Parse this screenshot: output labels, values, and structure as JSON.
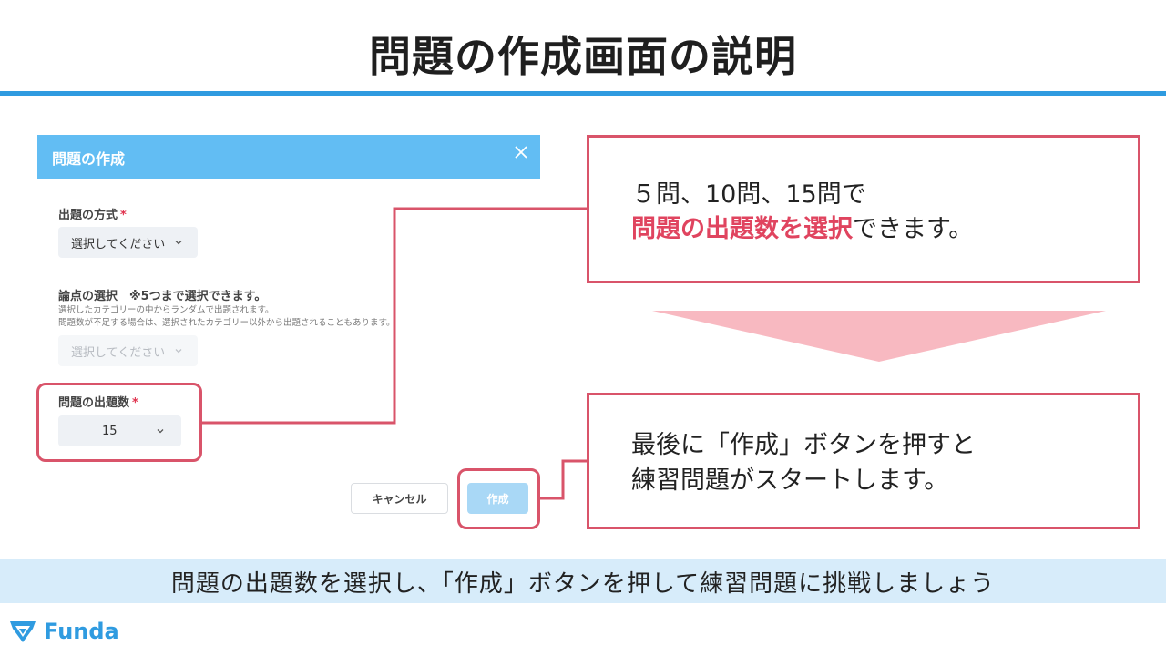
{
  "slide": {
    "title": "問題の作成画面の説明",
    "bottom_caption": "問題の出題数を選択し、「作成」ボタンを押して練習問題に挑戦しましょう",
    "brand": "Funda"
  },
  "dialog": {
    "title": "問題の作成",
    "method": {
      "label": "出題の方式",
      "required_mark": "*",
      "value": "選択してください"
    },
    "topics": {
      "label": "論点の選択　※5つまで選択できます。",
      "hint_line1": "選択したカテゴリーの中からランダムで出題されます。",
      "hint_line2": "問題数が不足する場合は、選択されたカテゴリー以外から出題されることもあります。",
      "value": "選択してください"
    },
    "count": {
      "label": "問題の出題数",
      "required_mark": "*",
      "value": "15"
    },
    "cancel_label": "キャンセル",
    "create_label": "作成"
  },
  "callout_top": {
    "line1": "５問、10問、15問で",
    "line2_emphasis": "問題の出題数を選択",
    "line2_rest": "できます。"
  },
  "callout_bottom": {
    "line1": "最後に「作成」ボタンを押すと",
    "line2": "練習問題がスタートします。"
  },
  "colors": {
    "accent_blue": "#2f9be0",
    "dialog_header": "#62bdf3",
    "highlight_red": "#d9546a",
    "arrow_pink": "#f8b9c1",
    "band_blue": "#d7ecfa"
  },
  "icons": [
    "close-icon",
    "chevron-down-icon",
    "funda-logo-icon"
  ]
}
